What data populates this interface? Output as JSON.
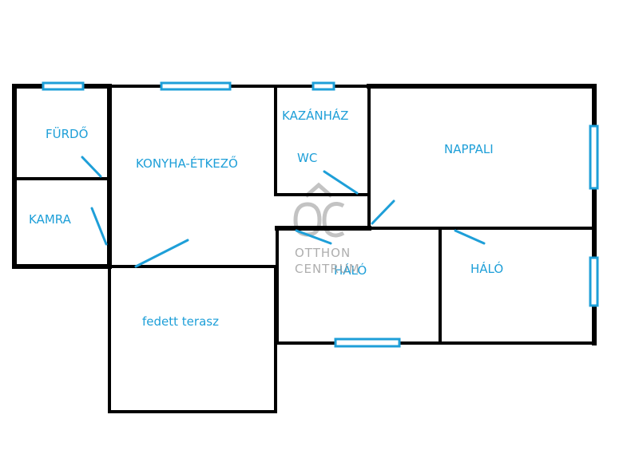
{
  "rooms": {
    "furdo": "FÜRDŐ",
    "kamra": "KAMRA",
    "konyha": "KONYHA-ÉTKEZŐ",
    "kazanhaz": "KAZÁNHÁZ",
    "wc": "WC",
    "nappali": "NAPPALI",
    "halo_1": "HÁLÓ",
    "halo_2": "HÁLÓ",
    "terasz": "fedett terasz"
  },
  "watermark": {
    "line1": "OTTHON",
    "line2": "CENTRUM"
  },
  "colors": {
    "wall": "#000000",
    "label": "#1e9fd8",
    "door": "#1e9fd8",
    "window": "#1e9fd8"
  }
}
